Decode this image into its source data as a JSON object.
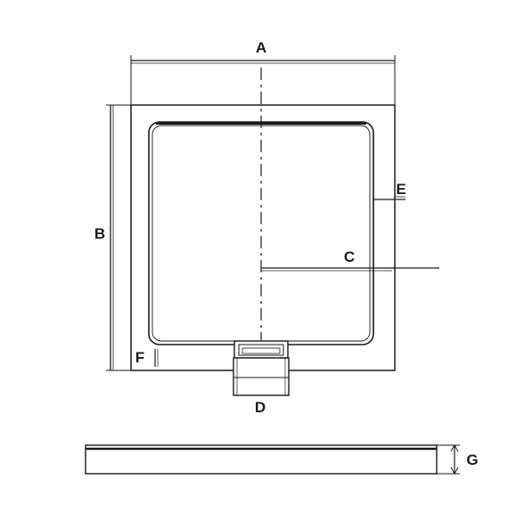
{
  "diagram": {
    "labels": {
      "a": "A",
      "b": "B",
      "c": "C",
      "d": "D",
      "e": "E",
      "f": "F",
      "g": "G"
    },
    "colors": {
      "stroke": "#1a1a1a",
      "background": "#ffffff"
    }
  }
}
